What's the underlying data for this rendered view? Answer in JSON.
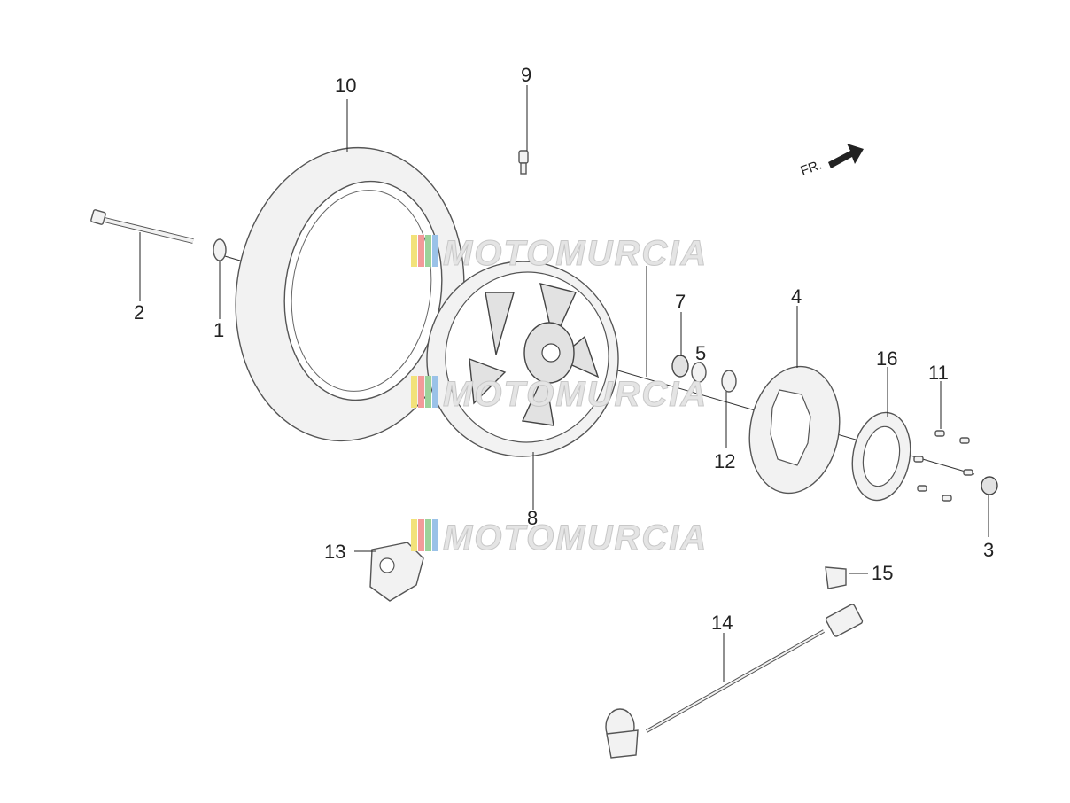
{
  "diagram": {
    "direction_label": "FR.",
    "watermark_text": "MOTOMURCIA",
    "watermark_colors": [
      "#f2e27a",
      "#f29a9a",
      "#9ad29a",
      "#9ac2e8"
    ],
    "callouts": [
      {
        "id": "1",
        "label": "1"
      },
      {
        "id": "2",
        "label": "2"
      },
      {
        "id": "3",
        "label": "3"
      },
      {
        "id": "4",
        "label": "4"
      },
      {
        "id": "5",
        "label": "5"
      },
      {
        "id": "7",
        "label": "7"
      },
      {
        "id": "8",
        "label": "8"
      },
      {
        "id": "9",
        "label": "9"
      },
      {
        "id": "10",
        "label": "10"
      },
      {
        "id": "11",
        "label": "11"
      },
      {
        "id": "12",
        "label": "12"
      },
      {
        "id": "13",
        "label": "13"
      },
      {
        "id": "14",
        "label": "14"
      },
      {
        "id": "15",
        "label": "15"
      },
      {
        "id": "16",
        "label": "16"
      }
    ]
  }
}
